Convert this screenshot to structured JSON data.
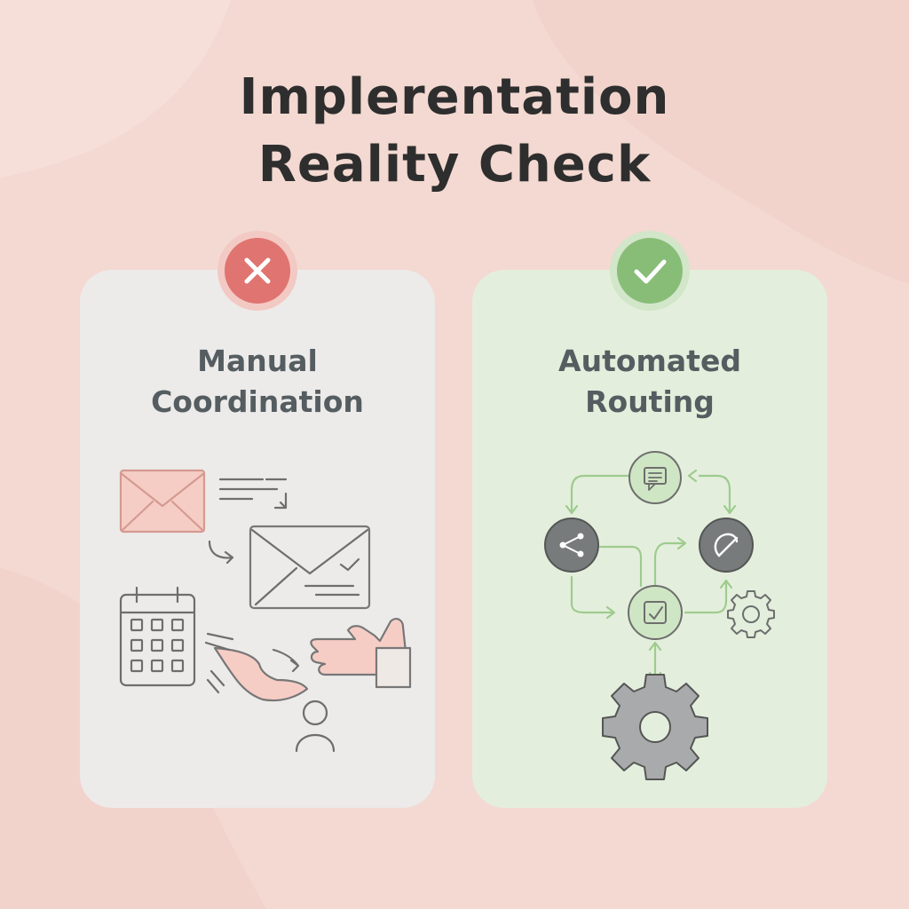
{
  "title": {
    "line1": "Implerentation",
    "line2": "Reality Check"
  },
  "panels": [
    {
      "title_line1": "Manual",
      "title_line2": "Coordination",
      "status": "fail",
      "accent": "#e07470"
    },
    {
      "title_line1": "Automated",
      "title_line2": "Routing",
      "status": "success",
      "accent": "#88bd78"
    }
  ],
  "icons": {
    "manual": [
      "envelope-icon",
      "message-lines-icon",
      "envelope-check-icon",
      "calendar-icon",
      "reaching-hand-icon",
      "pointing-hand-icon",
      "person-icon"
    ],
    "automated": [
      "chat-node-icon",
      "share-node-icon",
      "link-node-icon",
      "check-node-icon",
      "gear-icon"
    ]
  },
  "colors": {
    "background": "#f3d9d1",
    "manual_card": "#ecebea",
    "automated_card": "#e3efdc",
    "flow_arrow": "#9fcb8e"
  }
}
